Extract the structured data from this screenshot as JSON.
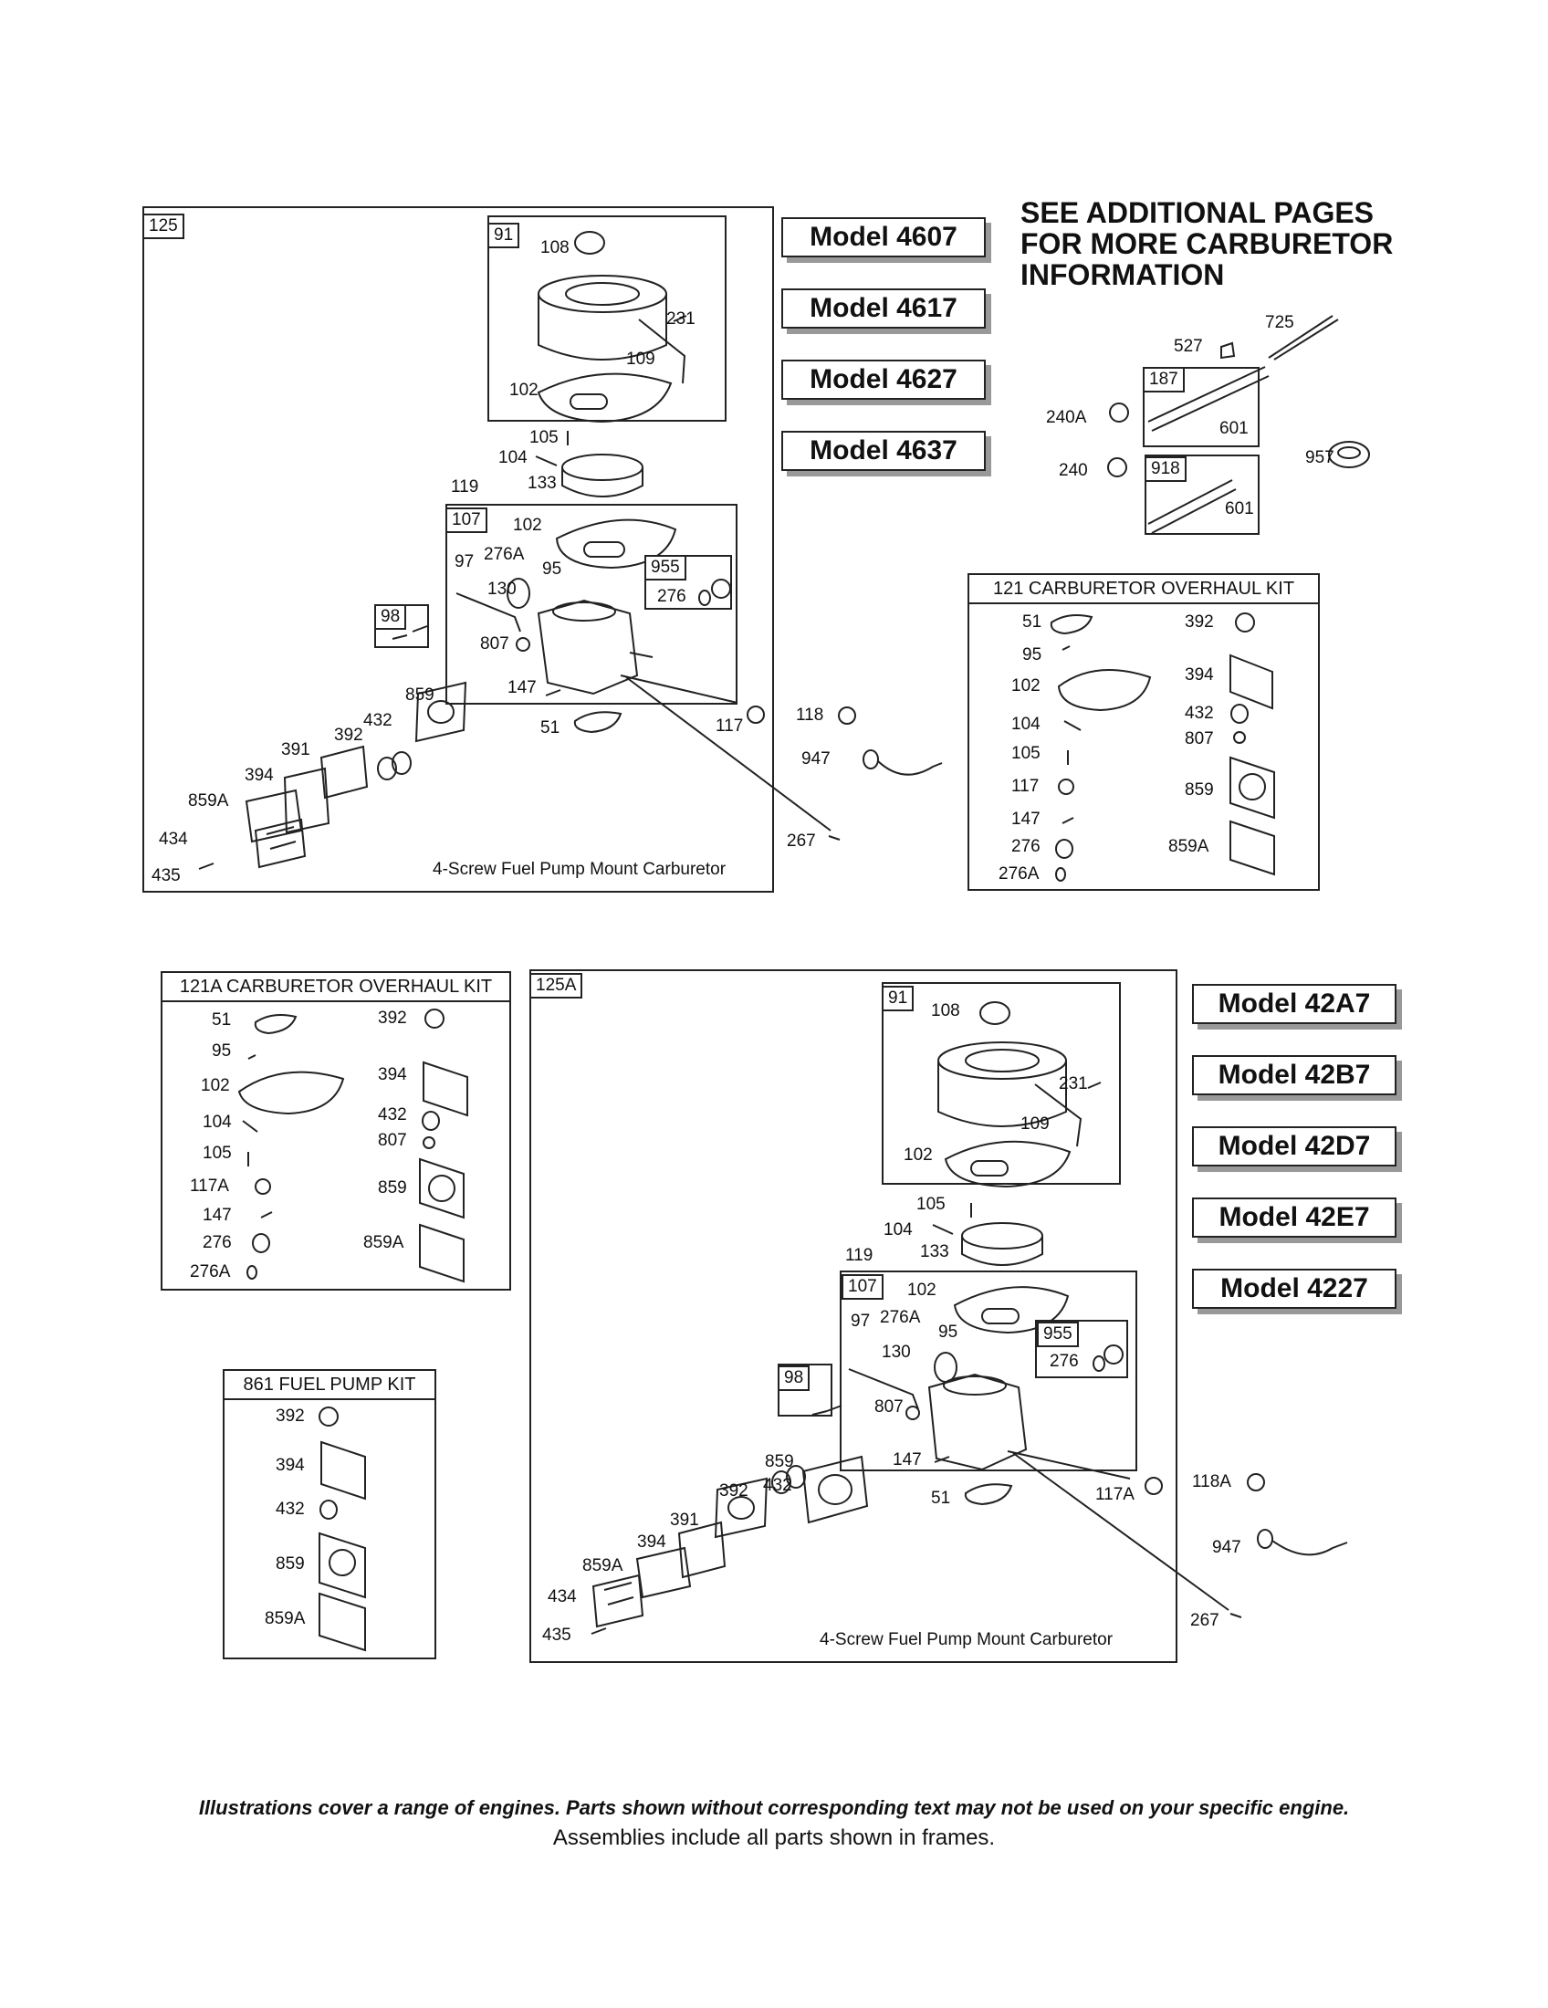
{
  "notice": {
    "line1": "SEE ADDITIONAL PAGES",
    "line2": "FOR MORE CARBURETOR",
    "line3": "INFORMATION"
  },
  "models_top": [
    "Model 4607",
    "Model 4617",
    "Model 4627",
    "Model 4637"
  ],
  "models_bottom": [
    "Model 42A7",
    "Model 42B7",
    "Model 42D7",
    "Model 42E7",
    "Model 4227"
  ],
  "assembly_125": {
    "frame": "125",
    "sub_91": "91",
    "sub_107": "107",
    "sub_955": "955",
    "sub_98": "98",
    "caption": "4-Screw Fuel Pump Mount Carburetor",
    "labels": {
      "p108": "108",
      "p231": "231",
      "p109": "109",
      "p102a": "102",
      "p105": "105",
      "p104": "104",
      "p119": "119",
      "p133": "133",
      "p102b": "102",
      "p97": "97",
      "p276A": "276A",
      "p95": "95",
      "p130": "130",
      "p276": "276",
      "p807": "807",
      "p147": "147",
      "p859": "859",
      "p432": "432",
      "p392": "392",
      "p391": "391",
      "p394": "394",
      "p859A": "859A",
      "p434": "434",
      "p435": "435",
      "p51": "51",
      "p117": "117"
    }
  },
  "loose_parts_top": {
    "p118": "118",
    "p947": "947",
    "p267": "267"
  },
  "extras": {
    "p725": "725",
    "p527": "527",
    "p187": "187",
    "p240A": "240A",
    "p601a": "601",
    "p240": "240",
    "p918": "918",
    "p601b": "601",
    "p957": "957"
  },
  "kit_121": {
    "title": "121 CARBURETOR OVERHAUL KIT",
    "left": [
      "51",
      "95",
      "102",
      "104",
      "105",
      "117",
      "147",
      "276",
      "276A"
    ],
    "right": [
      "392",
      "394",
      "432",
      "807",
      "859",
      "859A"
    ]
  },
  "kit_121A": {
    "title": "121A CARBURETOR OVERHAUL KIT",
    "left": [
      "51",
      "95",
      "102",
      "104",
      "105",
      "117A",
      "147",
      "276",
      "276A"
    ],
    "right": [
      "392",
      "394",
      "432",
      "807",
      "859",
      "859A"
    ]
  },
  "kit_861": {
    "title": "861 FUEL PUMP KIT",
    "items": [
      "392",
      "394",
      "432",
      "859",
      "859A"
    ]
  },
  "assembly_125A": {
    "frame": "125A",
    "sub_91": "91",
    "sub_107": "107",
    "sub_955": "955",
    "sub_98": "98",
    "caption": "4-Screw Fuel Pump Mount Carburetor",
    "labels": {
      "p108": "108",
      "p231": "231",
      "p109": "109",
      "p102a": "102",
      "p105": "105",
      "p104": "104",
      "p119": "119",
      "p133": "133",
      "p102b": "102",
      "p97": "97",
      "p276A": "276A",
      "p95": "95",
      "p130": "130",
      "p276": "276",
      "p807": "807",
      "p147": "147",
      "p859": "859",
      "p432": "432",
      "p392": "392",
      "p391": "391",
      "p394": "394",
      "p859A": "859A",
      "p434": "434",
      "p435": "435",
      "p51": "51",
      "p117A": "117A"
    }
  },
  "loose_parts_bottom": {
    "p118A": "118A",
    "p947": "947",
    "p267": "267"
  },
  "footer": {
    "line1": "Illustrations cover a range of engines. Parts shown without corresponding text may not be used on your specific engine.",
    "line2": "Assemblies include all parts shown in frames."
  }
}
